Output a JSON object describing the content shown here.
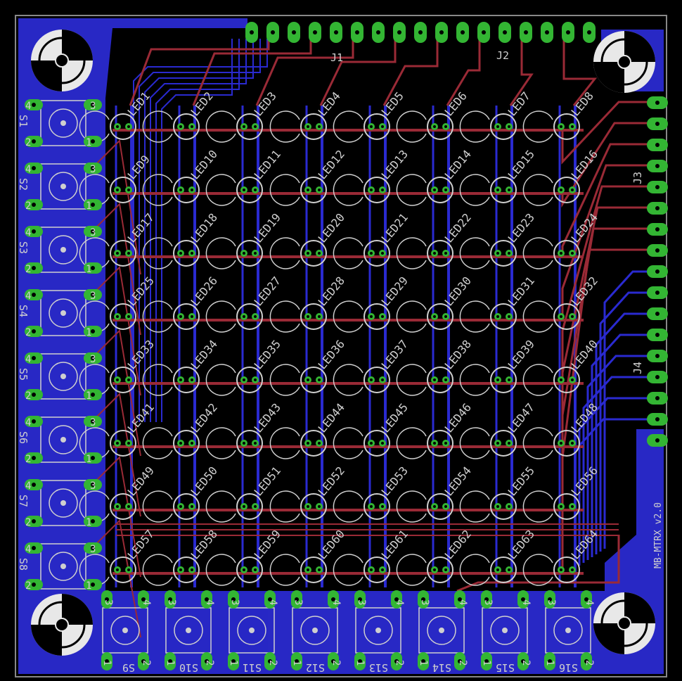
{
  "board": {
    "version_label": "MB-MTRX v2.0"
  },
  "connectors": [
    {
      "name": "J1",
      "pins": 10
    },
    {
      "name": "J2",
      "pins": 8
    },
    {
      "name": "J3",
      "pins": 8
    },
    {
      "name": "J4",
      "pins": 8
    }
  ],
  "switches_left": [
    {
      "name": "S1",
      "pins": [
        "4",
        "3",
        "2",
        "1"
      ]
    },
    {
      "name": "S2",
      "pins": [
        "4",
        "3",
        "2",
        "1"
      ]
    },
    {
      "name": "S3",
      "pins": [
        "4",
        "3",
        "2",
        "1"
      ]
    },
    {
      "name": "S4",
      "pins": [
        "4",
        "3",
        "2",
        "1"
      ]
    },
    {
      "name": "S5",
      "pins": [
        "4",
        "3",
        "2",
        "1"
      ]
    },
    {
      "name": "S6",
      "pins": [
        "4",
        "3",
        "2",
        "1"
      ]
    },
    {
      "name": "S7",
      "pins": [
        "4",
        "3",
        "2",
        "1"
      ]
    },
    {
      "name": "S8",
      "pins": [
        "4",
        "3",
        "2",
        "1"
      ]
    }
  ],
  "switches_bottom": [
    {
      "name": "S9",
      "pins": [
        "3",
        "4",
        "1",
        "2"
      ]
    },
    {
      "name": "S10",
      "pins": [
        "3",
        "4",
        "1",
        "2"
      ]
    },
    {
      "name": "S11",
      "pins": [
        "3",
        "4",
        "1",
        "2"
      ]
    },
    {
      "name": "S12",
      "pins": [
        "3",
        "4",
        "1",
        "2"
      ]
    },
    {
      "name": "S13",
      "pins": [
        "3",
        "4",
        "1",
        "2"
      ]
    },
    {
      "name": "S14",
      "pins": [
        "3",
        "4",
        "1",
        "2"
      ]
    },
    {
      "name": "S15",
      "pins": [
        "3",
        "4",
        "1",
        "2"
      ]
    },
    {
      "name": "S16",
      "pins": [
        "3",
        "4",
        "1",
        "2"
      ]
    }
  ],
  "leds": [
    "LED1",
    "LED2",
    "LED3",
    "LED4",
    "LED5",
    "LED6",
    "LED7",
    "LED8",
    "LED9",
    "LED10",
    "LED11",
    "LED12",
    "LED13",
    "LED14",
    "LED15",
    "LED16",
    "LED17",
    "LED18",
    "LED19",
    "LED20",
    "LED21",
    "LED22",
    "LED23",
    "LED24",
    "LED25",
    "LED26",
    "LED27",
    "LED28",
    "LED29",
    "LED30",
    "LED31",
    "LED32",
    "LED33",
    "LED34",
    "LED35",
    "LED36",
    "LED37",
    "LED38",
    "LED39",
    "LED40",
    "LED41",
    "LED42",
    "LED43",
    "LED44",
    "LED45",
    "LED46",
    "LED47",
    "LED48",
    "LED49",
    "LED50",
    "LED51",
    "LED52",
    "LED53",
    "LED54",
    "LED55",
    "LED56",
    "LED57",
    "LED58",
    "LED59",
    "LED60",
    "LED61",
    "LED62",
    "LED63",
    "LED64"
  ],
  "colors": {
    "background": "#000000",
    "copper_bottom": "#2a2ad0",
    "copper_top": "#9a2a36",
    "pad": "#33b533",
    "silkscreen": "#cfcfcf"
  }
}
